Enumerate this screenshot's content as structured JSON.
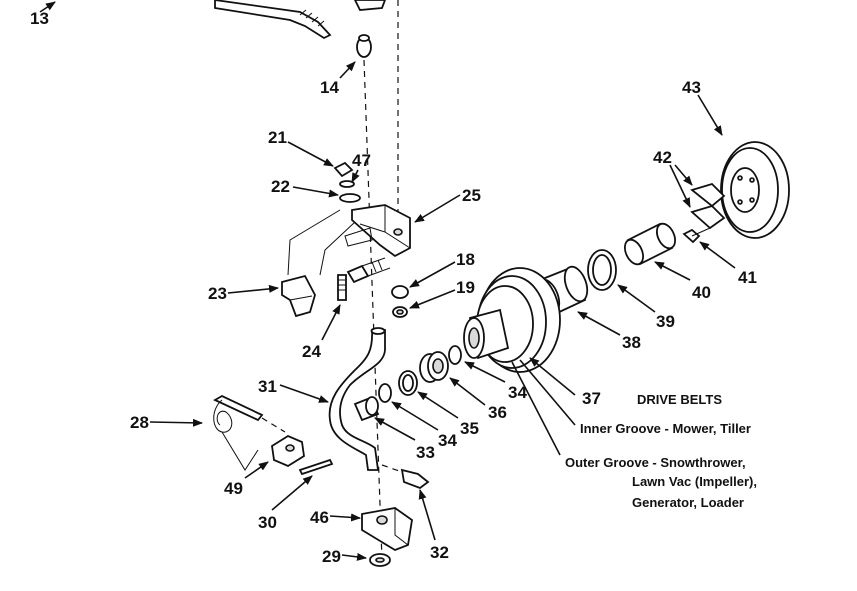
{
  "diagram": {
    "part_numbers": {
      "p13": "13",
      "p14": "14",
      "p21": "21",
      "p47": "47",
      "p22": "22",
      "p25": "25",
      "p23": "23",
      "p18": "18",
      "p19": "19",
      "p24": "24",
      "p43": "43",
      "p42": "42",
      "p41": "41",
      "p40": "40",
      "p39": "39",
      "p38": "38",
      "p37": "37",
      "p36": "36",
      "p35": "35",
      "p34a": "34",
      "p34b": "34",
      "p33": "33",
      "p31": "31",
      "p28": "28",
      "p49": "49",
      "p30": "30",
      "p46": "46",
      "p29": "29",
      "p32": "32"
    },
    "drive_belts": {
      "title": "DRIVE BELTS",
      "inner_groove": "Inner Groove - Mower, Tiller",
      "outer_groove_line1": "Outer Groove - Snowthrower,",
      "outer_groove_line2": "Lawn Vac (Impeller),",
      "outer_groove_line3": "Generator, Loader"
    }
  }
}
